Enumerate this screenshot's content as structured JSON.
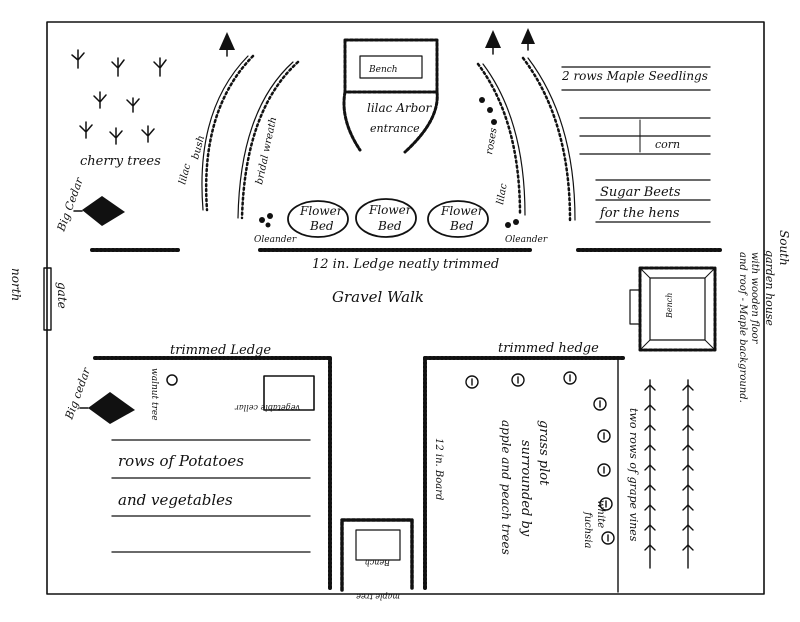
{
  "labels": {
    "lilac_arbor": "lilac Arbor",
    "entrance": "entrance",
    "bench_top": "Bench",
    "cherry_trees": "cherry trees",
    "big_cedar_top": "Big Cedar",
    "big_cedar_bottom": "Big cedar",
    "north": "north",
    "gate": "gate",
    "south": "South",
    "garden_house": "garden house",
    "garden_house_2": "with wooden floor",
    "garden_house_3": "and roof - Maple background.",
    "maple_seedlings": "2 rows Maple Seedlings",
    "corn": "corn",
    "sugar_beets_1": "Sugar Beets",
    "sugar_beets_2": "for the hens",
    "flower_bed_1a": "Flower",
    "flower_bed_1b": "Bed",
    "flower_bed_2a": "Flower",
    "flower_bed_2b": "Bed",
    "flower_bed_3a": "Flower",
    "flower_bed_3b": "Bed",
    "oleander_left": "Oleander",
    "oleander_right": "Oleander",
    "hedge_top": "12 in. Ledge neatly trimmed",
    "gravel_walk": "Gravel Walk",
    "trimmed_hedge_left": "trimmed Ledge",
    "trimmed_hedge_right": "trimmed hedge",
    "walnut_tree": "walnut tree",
    "vegetable_cellar": "vegetable cellar",
    "potatoes": "rows of Potatoes",
    "vegetables": "and vegetables",
    "board_walk": "12 in. Board",
    "bench_bottom": "Bench",
    "grass_plot_1": "grass plot",
    "grass_plot_2": "surrounded by",
    "grass_plot_3": "apple and peach trees",
    "grape_vines": "two rows of grape vines",
    "white_fuchsia_1": "white",
    "white_fuchsia_2": "fuchsia",
    "left_shrub_1": "lilac",
    "left_shrub_2": "bush",
    "bridal_wreath": "bridal wreath",
    "right_shrub": "roses",
    "right_shrub_2": "lilac",
    "bottom_label": "maple tree"
  },
  "colors": {
    "ink": "#111111",
    "paper": "#ffffff"
  }
}
